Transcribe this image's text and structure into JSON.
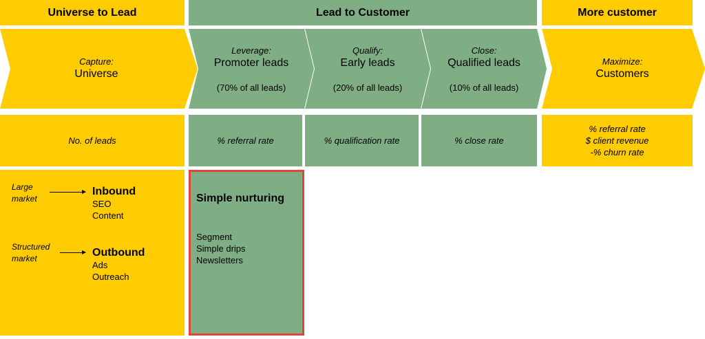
{
  "phases": [
    {
      "label": "Universe to Lead"
    },
    {
      "label": "Lead to Customer"
    },
    {
      "label": "More customer"
    }
  ],
  "stages": [
    {
      "label": "Capture:",
      "name": "Universe",
      "pct": ""
    },
    {
      "label": "Leverage:",
      "name": "Promoter leads",
      "pct": "(70% of all leads)"
    },
    {
      "label": "Qualify:",
      "name": "Early leads",
      "pct": "(20% of all leads)"
    },
    {
      "label": "Close:",
      "name": "Qualified leads",
      "pct": "(10% of all leads)"
    },
    {
      "label": "Maximize:",
      "name": "Customers",
      "pct": ""
    }
  ],
  "metrics": [
    {
      "lines": [
        "No. of leads"
      ]
    },
    {
      "lines": [
        "% referral rate"
      ]
    },
    {
      "lines": [
        "% qualification rate"
      ]
    },
    {
      "lines": [
        "% close rate"
      ]
    },
    {
      "lines": [
        "% referral rate",
        "$ client revenue",
        "-% churn rate"
      ]
    }
  ],
  "tactics": {
    "large_market": "Large market",
    "structured_market": "Structured market",
    "inbound": {
      "title": "Inbound",
      "items": [
        "SEO",
        "Content"
      ]
    },
    "outbound": {
      "title": "Outbound",
      "items": [
        "Ads",
        "Outreach"
      ]
    }
  },
  "nurturing": {
    "title": "Simple nurturing",
    "items": [
      "Segment",
      "Simple drips",
      "Newsletters"
    ]
  },
  "colors": {
    "yellow": "#fecc01",
    "green": "#7fae85",
    "highlight": "#e0453b"
  }
}
